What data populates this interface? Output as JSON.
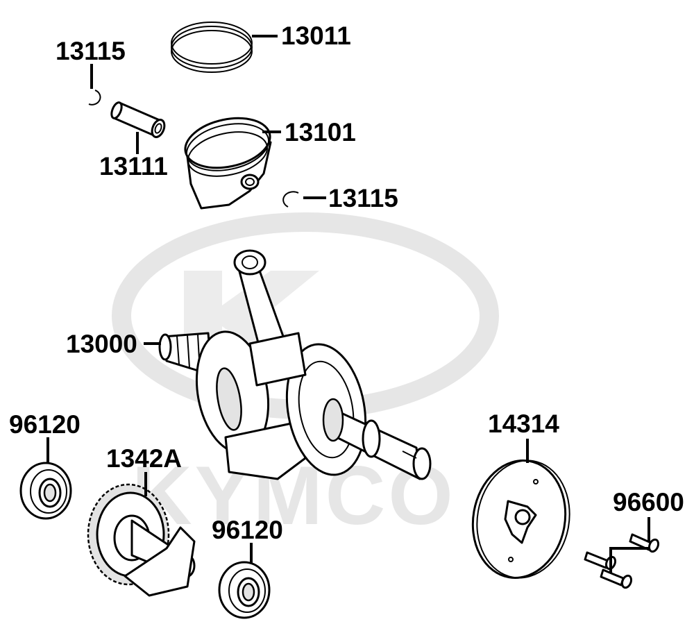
{
  "watermark": {
    "text": "KYMCO",
    "color": "#e6e6e6"
  },
  "parts": [
    {
      "id": "p1",
      "number": "13011",
      "name": "piston-ring-set"
    },
    {
      "id": "p2",
      "number": "13115",
      "name": "piston-pin-clip"
    },
    {
      "id": "p3",
      "number": "13111",
      "name": "piston-pin"
    },
    {
      "id": "p4",
      "number": "13101",
      "name": "piston"
    },
    {
      "id": "p5",
      "number": "13115",
      "name": "piston-pin-clip"
    },
    {
      "id": "p6",
      "number": "13000",
      "name": "crankshaft-assembly"
    },
    {
      "id": "p7",
      "number": "96120",
      "name": "bearing"
    },
    {
      "id": "p8",
      "number": "1342A",
      "name": "balancer-shaft"
    },
    {
      "id": "p9",
      "number": "96120",
      "name": "bearing"
    },
    {
      "id": "p10",
      "number": "14314",
      "name": "timing-plate"
    },
    {
      "id": "p11",
      "number": "96600",
      "name": "bolt-set"
    }
  ]
}
